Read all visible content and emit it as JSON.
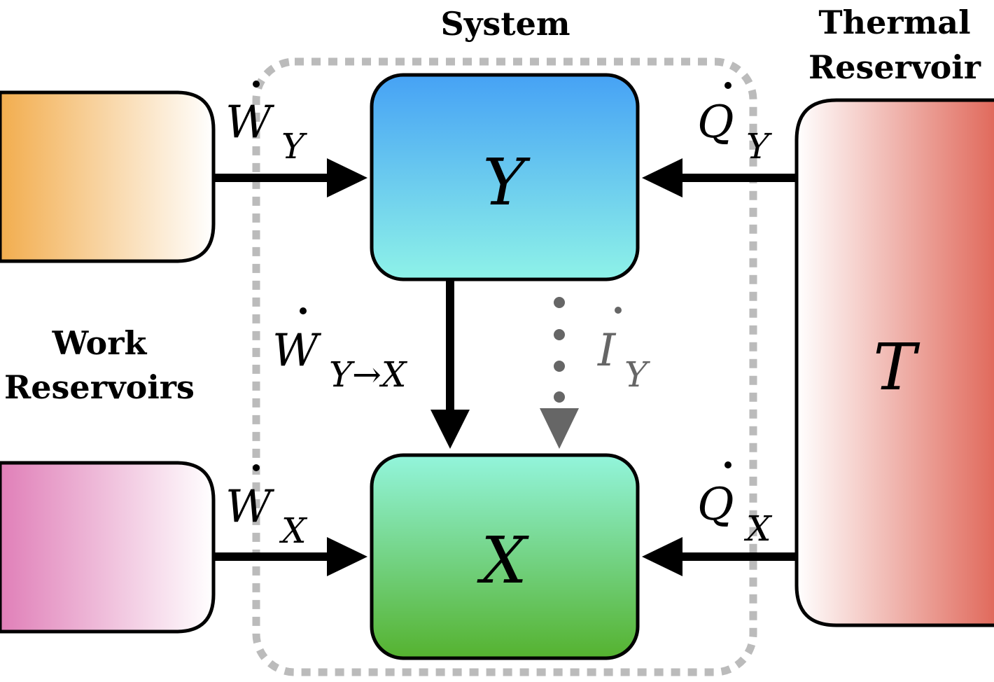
{
  "headers": {
    "system": "System",
    "thermal_line1": "Thermal",
    "thermal_line2": "Reservoir",
    "work_line1": "Work",
    "work_line2": "Reservoirs"
  },
  "boxes": {
    "y_label": "Y",
    "x_label": "X",
    "t_label": "T"
  },
  "flows": {
    "w_y": {
      "symbol": "W",
      "sub": "Y"
    },
    "w_x": {
      "symbol": "W",
      "sub": "X"
    },
    "w_yx": {
      "symbol": "W",
      "sub": "Y→X"
    },
    "q_y": {
      "symbol": "Q",
      "sub": "Y"
    },
    "q_x": {
      "symbol": "Q",
      "sub": "X"
    },
    "i_y": {
      "symbol": "I",
      "sub": "Y"
    }
  },
  "colors": {
    "work_top": "#f2ad4e",
    "work_bottom": "#e07fb8",
    "box_y_top": "#46a2f5",
    "box_y_bottom": "#8ef2e8",
    "box_x_top": "#93f5dc",
    "box_x_bottom": "#55b22f",
    "thermal": "#e0685a",
    "system_border": "#bbbbbb",
    "info_arrow": "#666666"
  }
}
